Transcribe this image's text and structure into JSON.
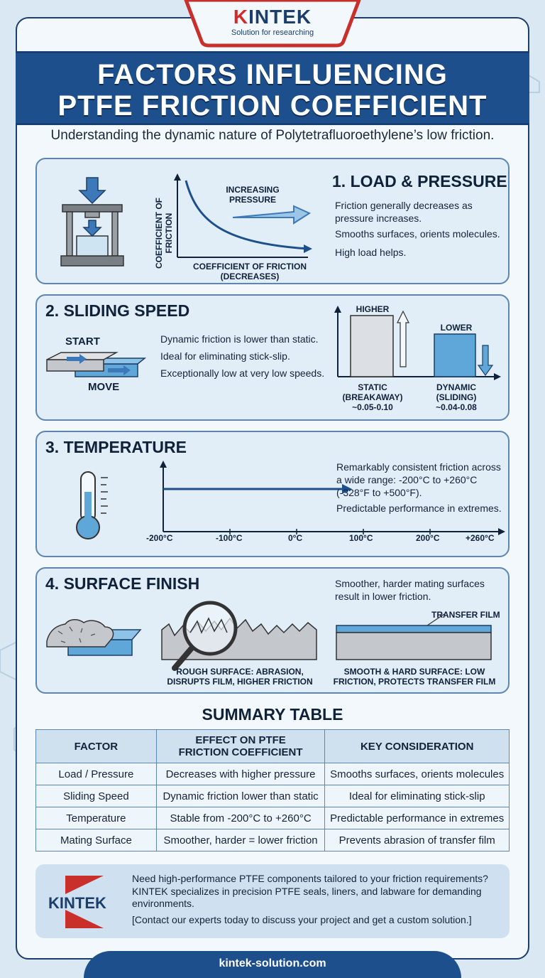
{
  "brand": {
    "name_k": "K",
    "name_rest": "INTEK",
    "tagline": "Solution for researching",
    "website": "kintek-solution.com"
  },
  "header": {
    "title_line1": "FACTORS INFLUENCING",
    "title_line2": "PTFE FRICTION COEFFICIENT",
    "subtitle": "Understanding the dynamic nature of Polytetrafluoroethylene’s low friction."
  },
  "section1": {
    "title": "1. LOAD & PRESSURE",
    "bullets": [
      "Friction generally decreases as pressure increases.",
      "Smooths surfaces, orients molecules.",
      "High load helps."
    ],
    "y_axis_label": "COEFFICIENT OF FRICTION",
    "x_axis_label_line1": "COEFFICIENT OF FRICTION",
    "x_axis_label_line2": "(DECREASES)",
    "arrow_label_line1": "INCREASING",
    "arrow_label_line2": "PRESSURE"
  },
  "section2": {
    "title": "2. SLIDING SPEED",
    "bullets": [
      "Dynamic friction is lower than static.",
      "Ideal for eliminating stick-slip.",
      "Exceptionally low at very low speeds."
    ],
    "start_label": "START",
    "move_label": "MOVE",
    "chart": {
      "bars": [
        {
          "top_label": "HIGHER",
          "name_line1": "STATIC",
          "name_line2": "(BREAKAWAY)",
          "range": "~0.05-0.10"
        },
        {
          "top_label": "LOWER",
          "name_line1": "DYNAMIC",
          "name_line2": "(SLIDING)",
          "range": "~0.04-0.08"
        }
      ]
    }
  },
  "section3": {
    "title": "3. TEMPERATURE",
    "text1": "Remarkably consistent friction across a wide range: -200°C to +260°C (-328°F to +500°F).",
    "text2": "Predictable performance in extremes.",
    "ticks": [
      "-200°C",
      "-100°C",
      "0°C",
      "100°C",
      "200°C",
      "+260°C"
    ]
  },
  "section4": {
    "title": "4. SURFACE FINISH",
    "text": "Smoother, harder mating surfaces result in lower friction.",
    "transfer_film_label": "TRANSFER FILM",
    "rough_caption_line1": "ROUGH SURFACE: ABRASION,",
    "rough_caption_line2": "DISRUPTS FILM, HIGHER FRICTION",
    "smooth_caption_line1": "SMOOTH & HARD SURFACE: LOW",
    "smooth_caption_line2": "FRICTION, PROTECTS TRANSFER FILM"
  },
  "summary": {
    "title": "SUMMARY TABLE",
    "headers": {
      "factor": "FACTOR",
      "effect_line1": "EFFECT ON PTFE",
      "effect_line2": "FRICTION COEFFICIENT",
      "consideration": "KEY CONSIDERATION"
    },
    "rows": [
      [
        "Load / Pressure",
        "Decreases with higher pressure",
        "Smooths surfaces, orients molecules"
      ],
      [
        "Sliding Speed",
        "Dynamic friction lower than static",
        "Ideal for eliminating stick-slip"
      ],
      [
        "Temperature",
        "Stable from -200°C to +260°C",
        "Predictable performance in extremes"
      ],
      [
        "Mating Surface",
        "Smoother, harder = lower friction",
        "Prevents abrasion of transfer film"
      ]
    ]
  },
  "cta": {
    "line1": "Need high-performance PTFE components tailored to your friction requirements?",
    "line2": "KINTEK specializes in precision PTFE seals, liners, and labware for demanding environments.",
    "line3": "[Contact our experts today to discuss your project and get a custom solution.]",
    "logo_text": "KINTEK"
  },
  "colors": {
    "navy": "#1d4f8c",
    "accent_red": "#d12a2a",
    "panel_bg": "#e1edf7",
    "arrow_blue": "#3d78b8"
  }
}
